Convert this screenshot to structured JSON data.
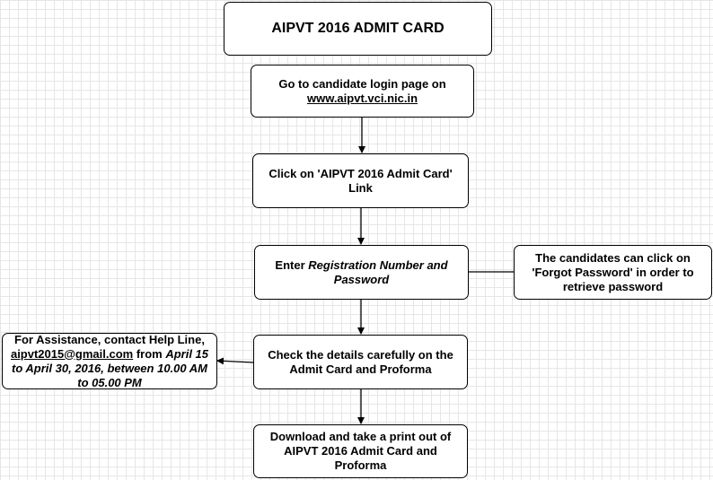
{
  "title": "AIPVT 2016 ADMIT CARD",
  "steps": {
    "step1": {
      "text": "Go to candidate login page on",
      "link": "www.aipvt.vci.nic.in"
    },
    "step2": {
      "text": "Click on 'AIPVT 2016 Admit Card' Link"
    },
    "step3": {
      "prefix": "Enter ",
      "italic": "Registration Number and Password"
    },
    "step4": {
      "text": "Check the details carefully on the Admit Card and Proforma"
    },
    "step5": {
      "text": "Download and take a print out of AIPVT 2016 Admit Card and Proforma"
    }
  },
  "side_notes": {
    "forgot": {
      "text": "The candidates can click on 'Forgot Password' in order to retrieve password"
    },
    "assistance": {
      "line1": "For Assistance, contact  Help Line,",
      "email": "aipvt2015@gmail.com",
      "from": " from",
      "italic": "April 15 to April 30, 2016, between 10.00 AM to 05.00 PM"
    }
  },
  "colors": {
    "stroke": "#000000",
    "box_fill": "#ffffff",
    "grid": "#e6e6e6"
  }
}
